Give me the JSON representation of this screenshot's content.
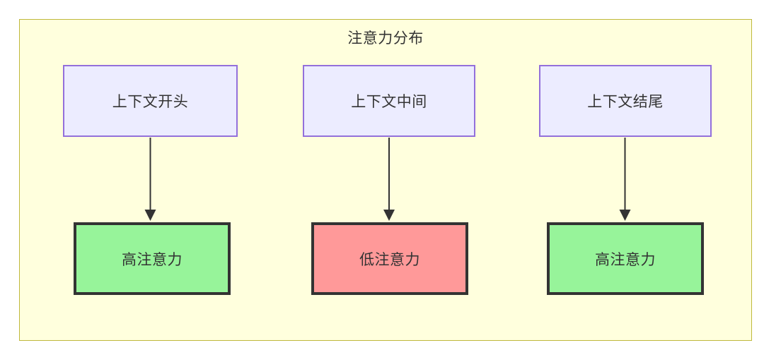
{
  "diagram": {
    "title": "注意力分布",
    "container": {
      "fill": "#ffffdd",
      "stroke": "#bfb83c"
    },
    "columns": [
      {
        "source": {
          "label": "上下文开头",
          "fill": "#ececff",
          "stroke": "#9370db"
        },
        "target": {
          "label": "高注意力",
          "fill": "#97f49a",
          "stroke": "#333333"
        },
        "edge": {
          "kind": "arrow",
          "color": "#333333"
        }
      },
      {
        "source": {
          "label": "上下文中间",
          "fill": "#ececff",
          "stroke": "#9370db"
        },
        "target": {
          "label": "低注意力",
          "fill": "#ff9999",
          "stroke": "#333333"
        },
        "edge": {
          "kind": "arrow",
          "color": "#333333"
        }
      },
      {
        "source": {
          "label": "上下文结尾",
          "fill": "#ececff",
          "stroke": "#9370db"
        },
        "target": {
          "label": "高注意力",
          "fill": "#97f49a",
          "stroke": "#333333"
        },
        "edge": {
          "kind": "arrow",
          "color": "#333333"
        }
      }
    ]
  }
}
